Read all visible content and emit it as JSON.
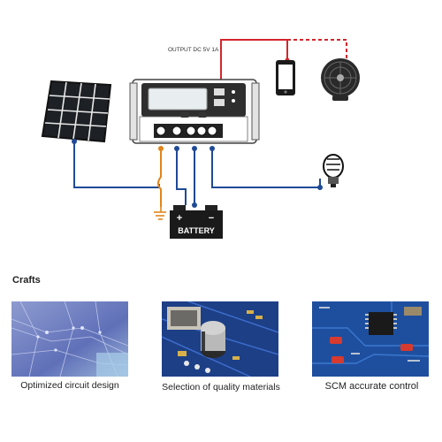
{
  "diagram": {
    "output_label": "OUTPUT DC 5V 1A",
    "battery_label": "BATTERY",
    "battery_plus": "+",
    "battery_minus": "−",
    "ground_label": "≒",
    "colors": {
      "wire_blue": "#1f4a96",
      "wire_red": "#d4252c",
      "wire_orange": "#e0851c",
      "controller_body": "#ffffff",
      "controller_dark": "#2a2a2a"
    }
  },
  "crafts": {
    "heading": "Crafts",
    "items": [
      {
        "caption": "Optimized circuit design",
        "icon": "pcb-traces-image"
      },
      {
        "caption": "Selection of quality materials",
        "icon": "capacitor-image"
      },
      {
        "caption": "SCM accurate control",
        "icon": "microcontroller-image"
      }
    ]
  }
}
